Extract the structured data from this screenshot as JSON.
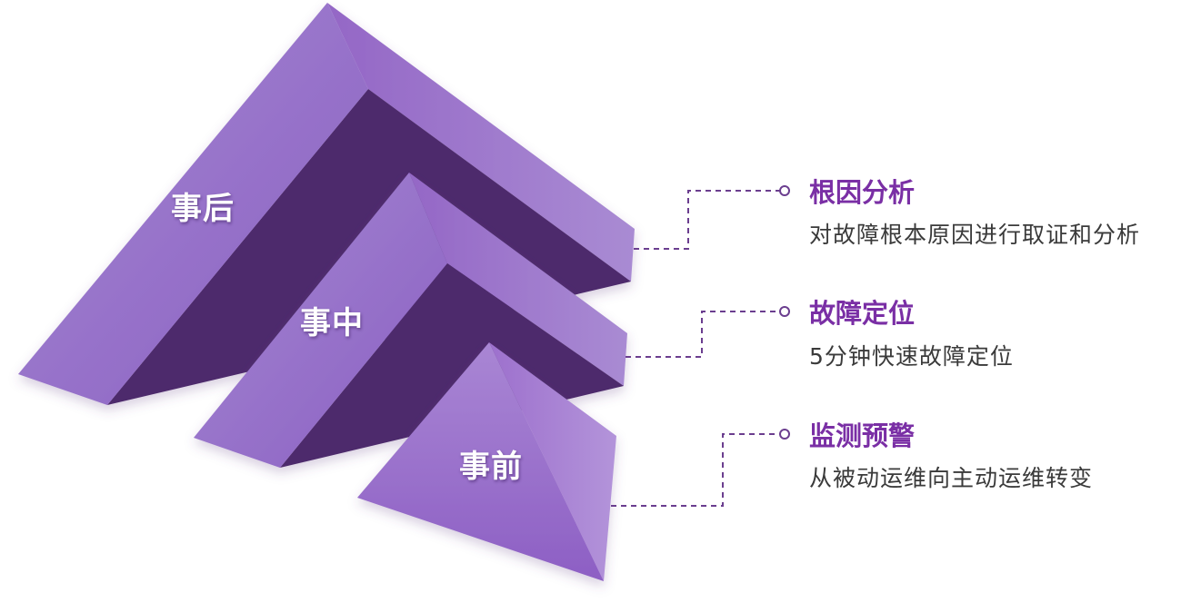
{
  "colors": {
    "light_face": "#9a72c8",
    "mid_face": "#8a5cc0",
    "dark_face": "#4f2d6d",
    "side_face": "#9b74cb",
    "connector": "#6b3e8f",
    "title": "#7a2fa5",
    "text": "#3a3a3a"
  },
  "stages": [
    {
      "label": "事后"
    },
    {
      "label": "事中"
    },
    {
      "label": "事前"
    }
  ],
  "items": [
    {
      "title": "根因分析",
      "description": "对故障根本原因进行取证和分析",
      "icon": "circle-marker-icon"
    },
    {
      "title": "故障定位",
      "description": "5分钟快速故障定位",
      "icon": "circle-marker-icon"
    },
    {
      "title": "监测预警",
      "description": "从被动运维向主动运维转变",
      "icon": "circle-marker-icon"
    }
  ]
}
